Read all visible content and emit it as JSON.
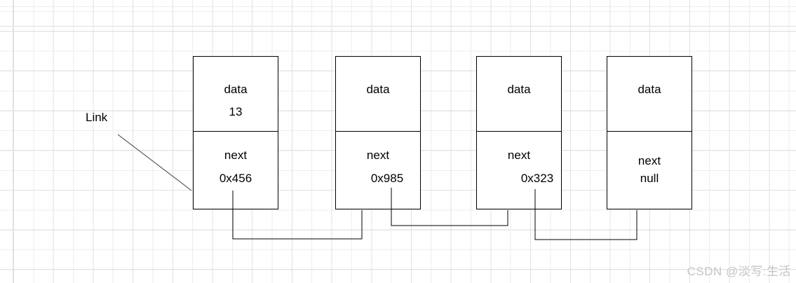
{
  "diagram": {
    "type": "linked-list",
    "link_label": "Link",
    "nodes": [
      {
        "data_label": "data",
        "data_value": "13",
        "next_label": "next",
        "next_value": "0x456"
      },
      {
        "data_label": "data",
        "data_value": "",
        "next_label": "next",
        "next_value": "0x985"
      },
      {
        "data_label": "data",
        "data_value": "",
        "next_label": "next",
        "next_value": "0x323"
      },
      {
        "data_label": "data",
        "data_value": "",
        "next_label": "next",
        "next_value": "null"
      }
    ]
  },
  "watermark": {
    "text": "CSDN @淡写:生活"
  },
  "colors": {
    "node_border": "#000000",
    "connector_line": "#000000",
    "grid_minor": "#ededed",
    "grid_major": "#e1e1e1",
    "watermark_text": "#c3c3c3"
  }
}
